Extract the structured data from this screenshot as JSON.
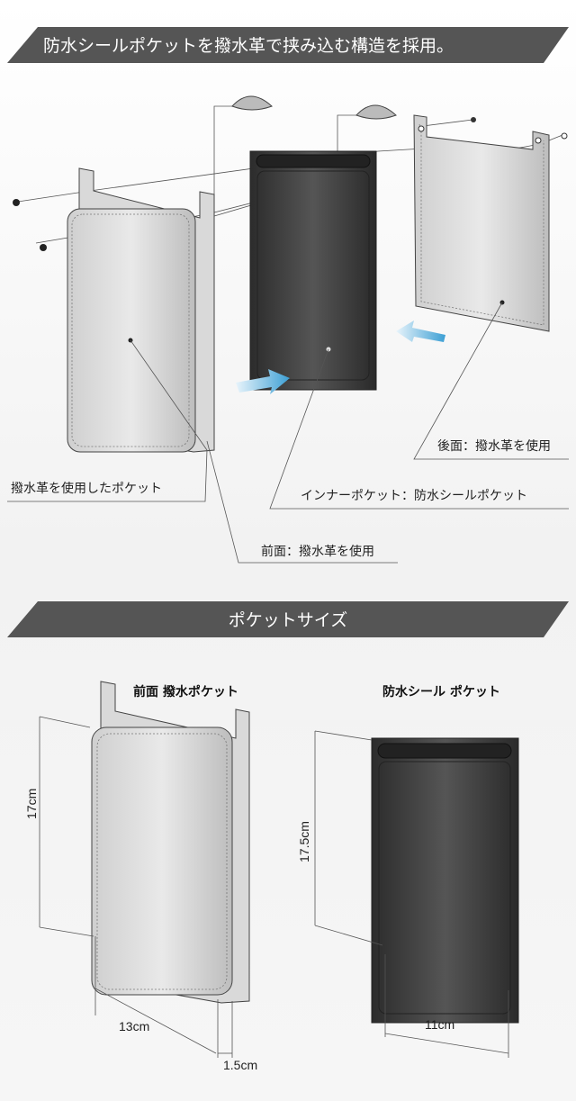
{
  "structure_section": {
    "banner": "防水シールポケットを撥水革で挟み込む構造を採用。",
    "labels": {
      "back": "後面：撥水革を使用",
      "pocket": "撥水革を使用したポケット",
      "inner": "インナーポケット：防水シールポケット",
      "front": "前面：撥水革を使用"
    }
  },
  "size_section": {
    "banner": "ポケットサイズ",
    "front_pocket": {
      "title": "前面 撥水ポケット",
      "height": "17cm",
      "width": "13cm",
      "depth": "1.5cm"
    },
    "waterproof_pocket": {
      "title": "防水シール ポケット",
      "height": "17.5cm",
      "width": "11cm"
    }
  },
  "colors": {
    "banner": "#555555",
    "arrow": "#4aa8d8",
    "inner_pocket": "#3a3a3a"
  }
}
